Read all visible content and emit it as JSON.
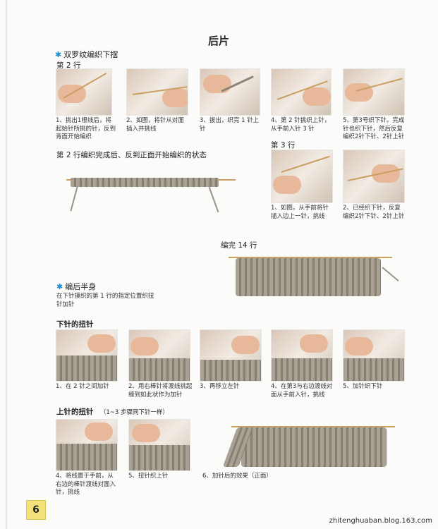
{
  "page_title": "后片",
  "section1": {
    "title": "双罗纹编织下摆",
    "row2": "第 2 行"
  },
  "captions_row2": [
    "1、挑出1根线后，将起始针所挑的针，反到背面开始编织",
    "2、如图，将针从对面插入并挑线",
    "3、拔出，织完 1 针上针",
    "4、第 2 针挑织上针，从手前入针 3 针",
    "5、第3号织下针。完成针也织下针，然后反复编织2针下针、2针上针"
  ],
  "row2_complete": "第 2 行编织完成后、反到正面开始编织的状态",
  "row3": "第 3 行",
  "captions_row3": [
    "1、如图，从手前将针插入边上一针，挑线",
    "2、已经织下针，反复编织2针下针、2针上针"
  ],
  "done14": "编完 14 行",
  "section2": {
    "title": "编后半身",
    "note": "在下针摸织的第 1 行的指定位置织扭针加针"
  },
  "purl_twist": {
    "title": "下针的扭针"
  },
  "captions_twist": [
    "1、在 2 针之间加针",
    "2、用右棒针将渡线挑起缠到如此状作为加针",
    "3、再移立左针",
    "4、在第3与右边渡线对面从手前入针，挑线",
    "5、加针织下针"
  ],
  "knit_twist": {
    "title": "上针的扭针",
    "sub": "（1~3 步骤同下针一样）"
  },
  "captions_knit": [
    "4、将线置于手前，从右边的棒针渡线对面入针，挑线",
    "5、扭针织上针",
    "6、加针后的效果（正面）"
  ],
  "page_number": "6",
  "footer": "zhitenghuaban.blog.163.com",
  "colors": {
    "accent": "#1a8fd0",
    "yarn": "#8d8478",
    "pagebox": "#f3e27a"
  }
}
